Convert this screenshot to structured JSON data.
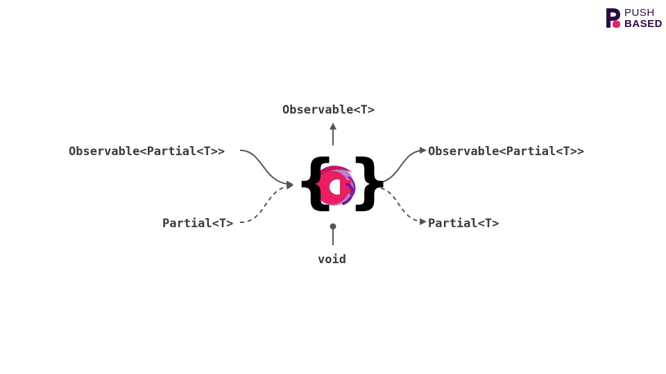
{
  "brand": {
    "line1": "PUSH",
    "line2": "BASED",
    "primary_color": "#2b0b45",
    "accent_color": "#e91e63"
  },
  "center": {
    "icon": "rxjs-logo-icon",
    "brace_open": "{",
    "brace_close": "}"
  },
  "inputs": {
    "observable_partial": "Observable<Partial<T>>",
    "partial": "Partial<T>"
  },
  "outputs": {
    "observable": "Observable<T>",
    "observable_partial": "Observable<Partial<T>>",
    "partial": "Partial<T>"
  },
  "bottom": {
    "void": "void"
  },
  "colors": {
    "arrow": "#555555",
    "text": "#3a3a3a"
  }
}
